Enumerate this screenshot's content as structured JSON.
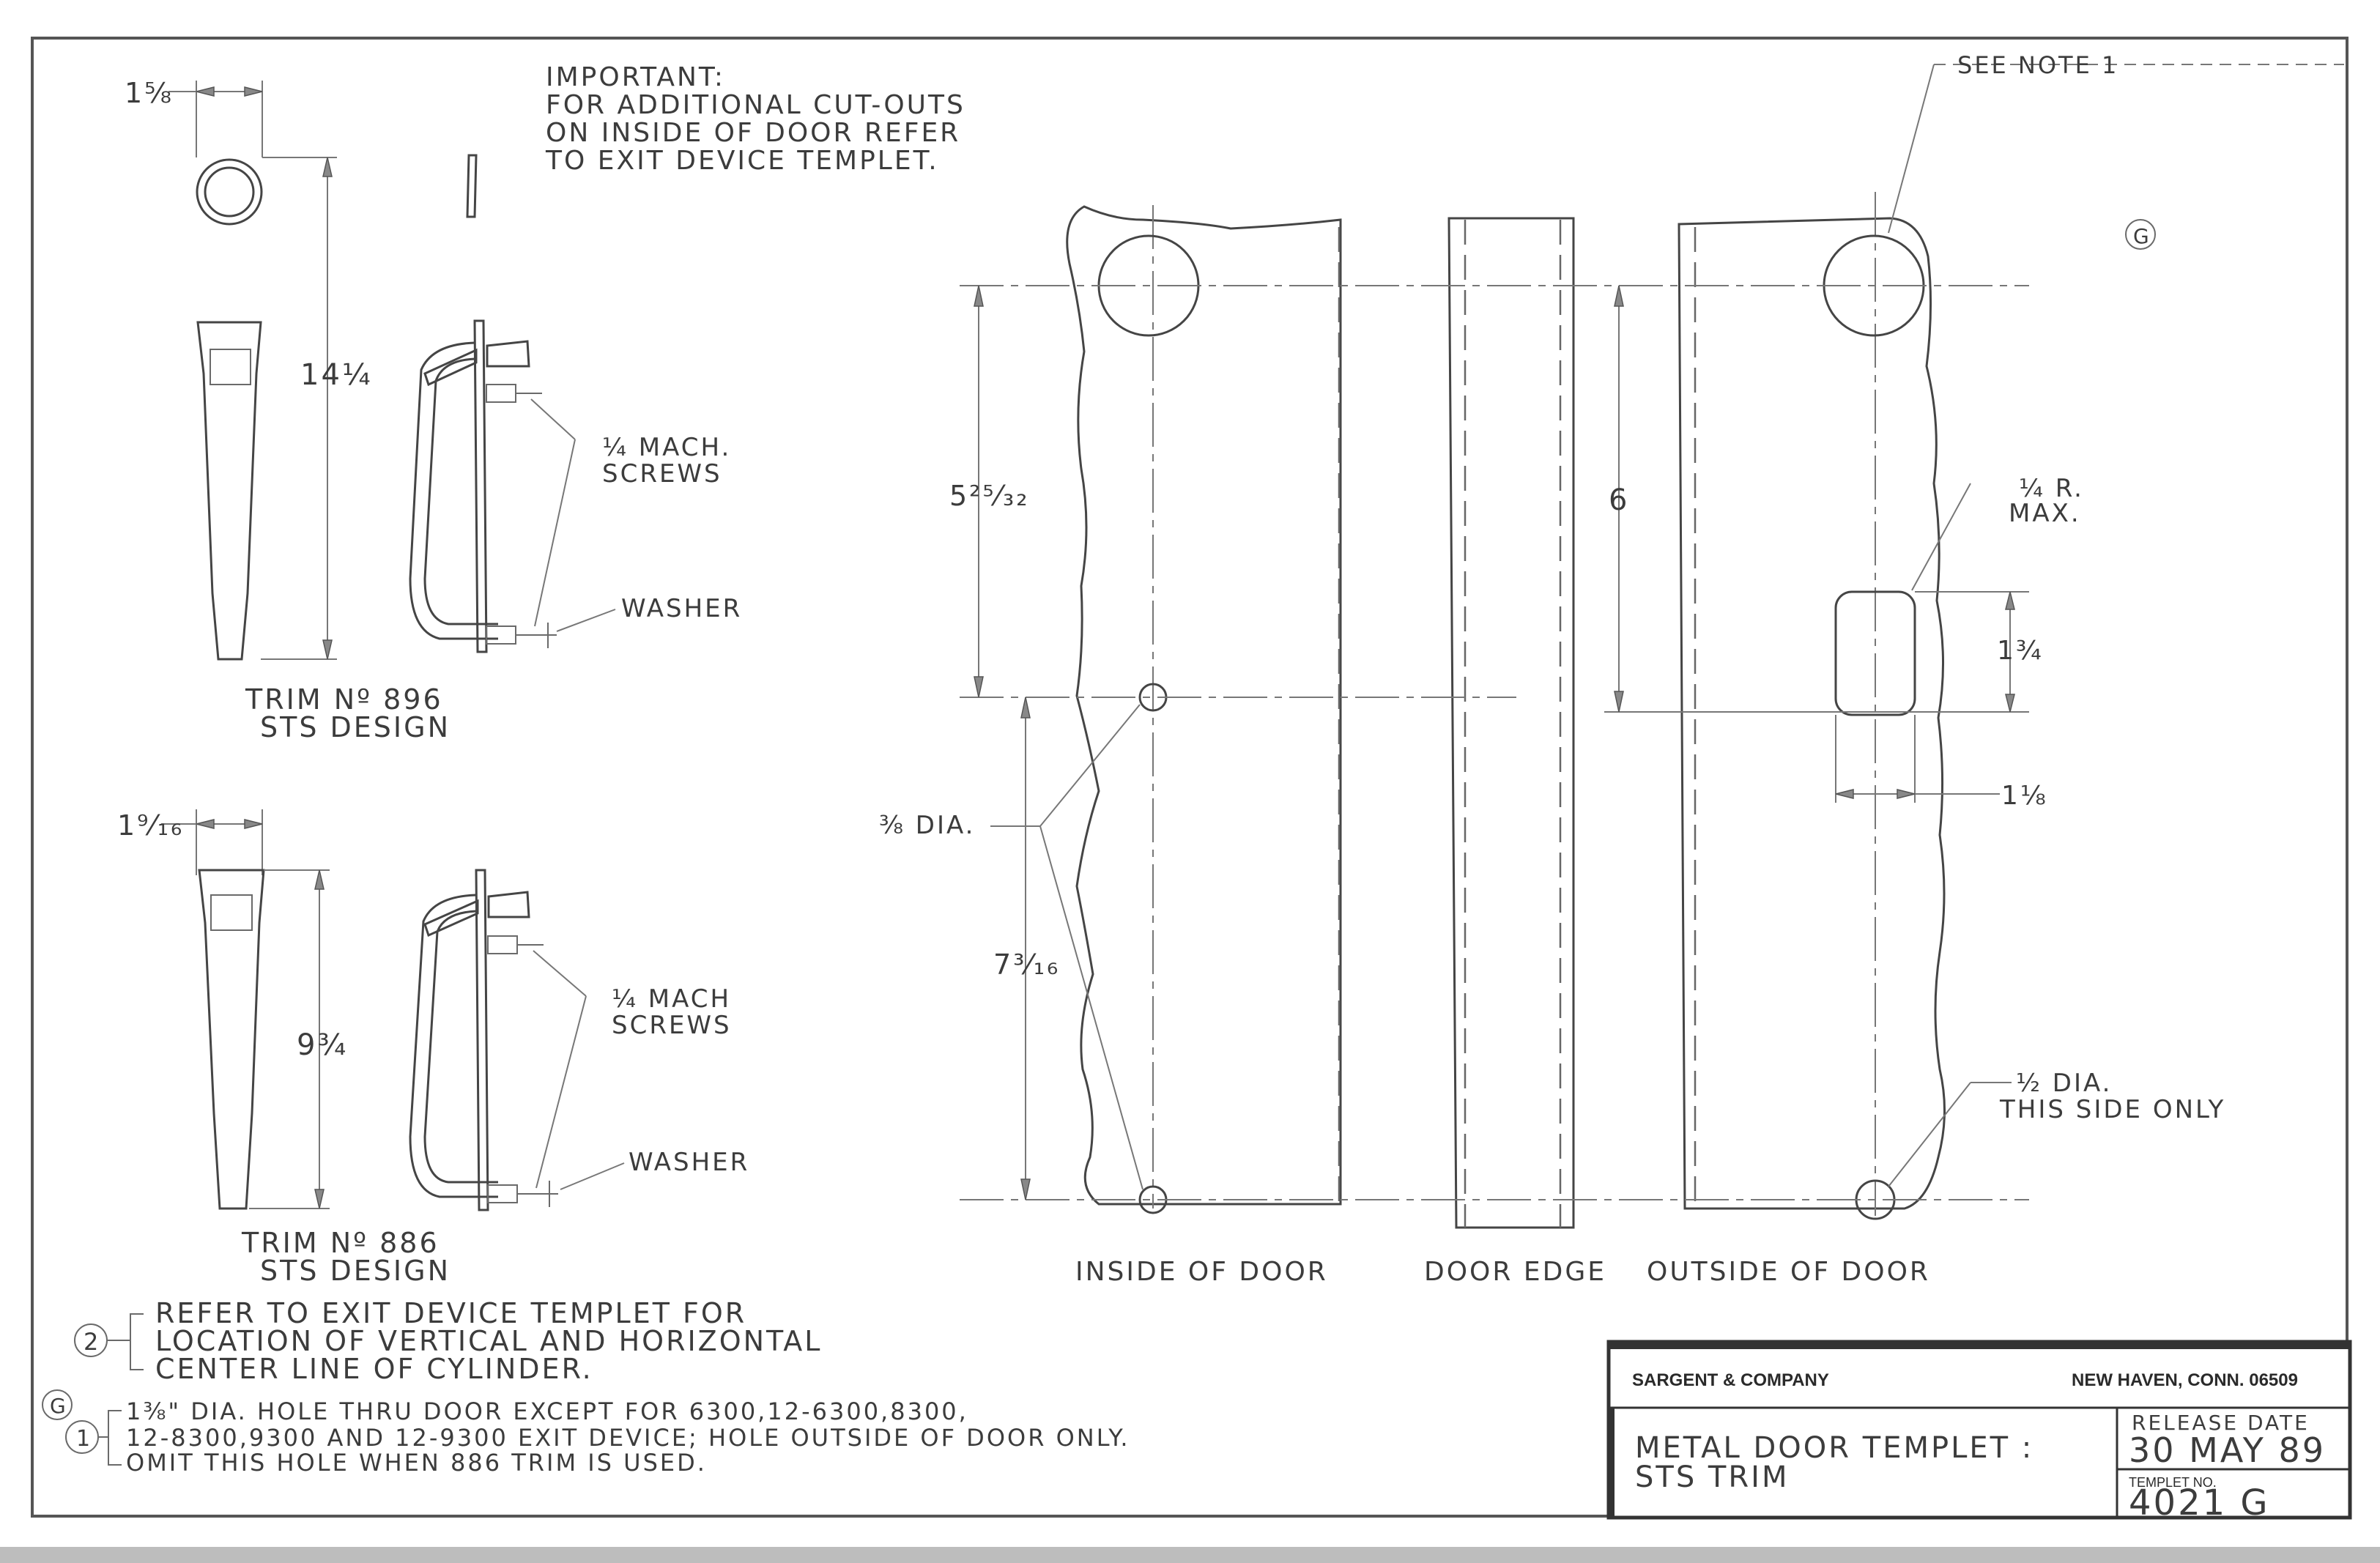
{
  "notes": {
    "important": [
      "IMPORTANT:",
      "FOR ADDITIONAL  CUT-OUTS",
      "ON INSIDE OF DOOR REFER",
      "TO EXIT DEVICE TEMPLET."
    ],
    "see_note": "SEE NOTE 1",
    "rev_mark": "G",
    "note2_num": "2",
    "note2": [
      "REFER TO EXIT DEVICE TEMPLET FOR",
      "LOCATION OF VERTICAL AND HORIZONTAL",
      "CENTER LINE OF CYLINDER."
    ],
    "note1_rev": "G",
    "note1_num": "1",
    "note1": [
      "1⅜\" DIA. HOLE THRU DOOR EXCEPT FOR 6300,12-6300,8300,",
      "12-8300,9300 AND 12-9300 EXIT DEVICE; HOLE OUTSIDE OF DOOR ONLY.",
      "OMIT THIS HOLE WHEN 886 TRIM IS USED."
    ]
  },
  "trim896": {
    "caption": [
      "TRIM Nº 896",
      "STS DESIGN"
    ],
    "dim_width": "1⅝",
    "dim_height": "14¼",
    "screws": [
      "¼ MACH.",
      "SCREWS"
    ],
    "washer": "WASHER"
  },
  "trim886": {
    "caption": [
      "TRIM Nº 886",
      "STS DESIGN"
    ],
    "dim_width": "1⁹⁄₁₆",
    "dim_height": "9¾",
    "screws": [
      "¼ MACH",
      "SCREWS"
    ],
    "washer": "WASHER"
  },
  "door": {
    "dim_upper": "5²⁵⁄₃₂",
    "dim_lower": "7³⁄₁₆",
    "dia_small": "⅜ DIA.",
    "dim_six": "6",
    "radius": [
      "¼ R.",
      "MAX."
    ],
    "dim_slot_h": "1¾",
    "dim_slot_offset": "1⅛",
    "dia_half": [
      "½ DIA.",
      "THIS SIDE ONLY"
    ],
    "labels": [
      "INSIDE OF DOOR",
      "DOOR EDGE",
      "OUTSIDE OF DOOR"
    ]
  },
  "title_block": {
    "company": "SARGENT & COMPANY",
    "location": "NEW HAVEN, CONN. 06509",
    "title": [
      "METAL DOOR TEMPLET :",
      "STS TRIM"
    ],
    "release_label": "RELEASE  DATE",
    "release_date": "30 MAY 89",
    "templet_label": "TEMPLET NO.",
    "templet_no": "4021 G"
  }
}
